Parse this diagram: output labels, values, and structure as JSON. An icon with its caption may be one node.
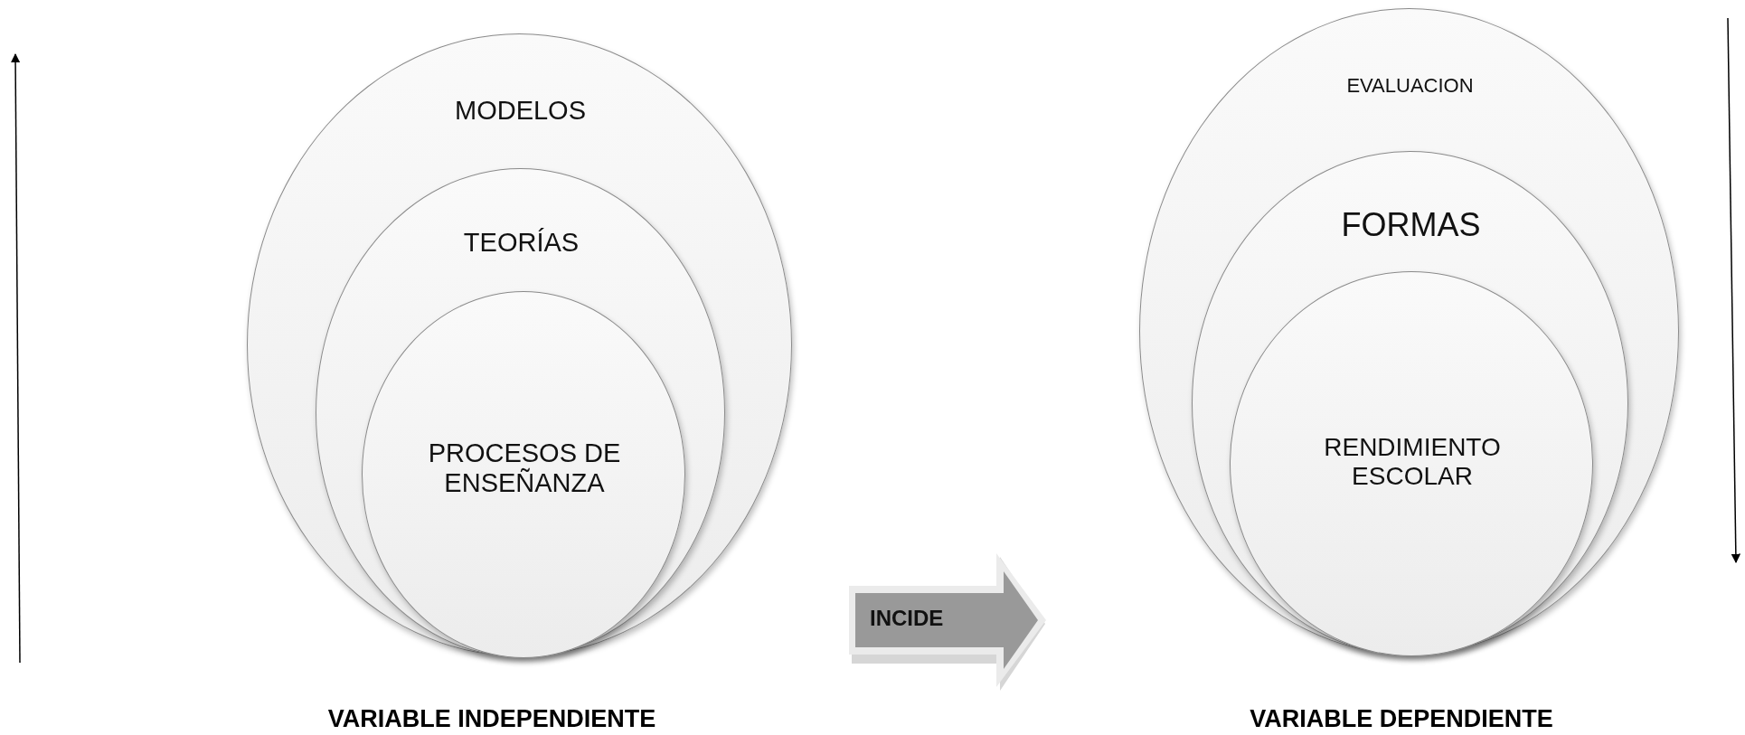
{
  "diagram": {
    "nodes": [
      {
        "text": [
          "MODELOS"
        ]
      },
      {
        "text": [
          "TEORÍAS"
        ],
        "in": 0
      },
      {
        "text": [
          "PROCESOS DE ENSEÑANZA"
        ],
        "in": 1
      },
      {
        "text": [
          "INCIDE"
        ]
      },
      {
        "text": [
          "EVALUACION"
        ]
      },
      {
        "text": [
          "FORMAS"
        ],
        "in": 4
      },
      {
        "text": [
          "RENDIMIENTO ESCOLAR"
        ],
        "in": 5
      }
    ],
    "labels": [
      "VARIABLE INDEPENDIENTE",
      "VARIABLE DEPENDIENTE"
    ]
  }
}
